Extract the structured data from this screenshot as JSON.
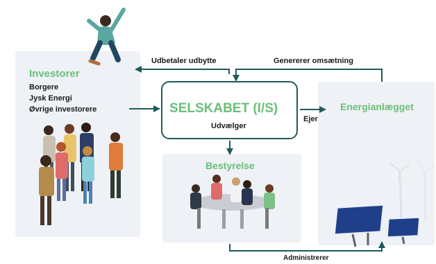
{
  "colors": {
    "accent_green": "#6abf79",
    "arrow_teal": "#1f5a5a",
    "panel_bg": "#eef1f5"
  },
  "investors": {
    "title": "Investorer",
    "items": [
      "Borgere",
      "Jysk Energi",
      "Øvrige investorere"
    ]
  },
  "company": {
    "title": "SELSKABET (I/S)",
    "subtitle": "Udvælger"
  },
  "energy": {
    "title": "Energianlægget"
  },
  "board": {
    "title": "Bestyrelse"
  },
  "arrows": {
    "dividend": "Udbetaler udbytte",
    "revenue": "Genererer omsætning",
    "owns": "Ejer",
    "administers": "Administrerer"
  }
}
